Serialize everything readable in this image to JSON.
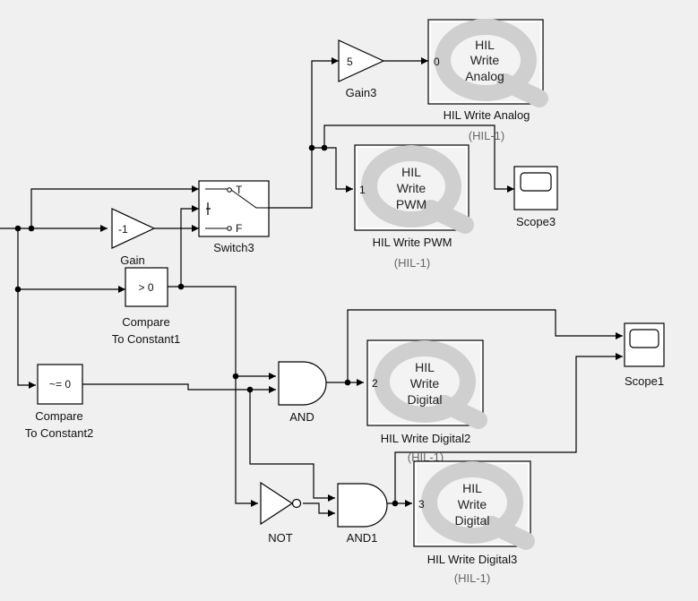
{
  "blocks": {
    "gain3": {
      "value": "5",
      "name": "Gain3"
    },
    "hil_analog": {
      "lines": [
        "HIL",
        "Write",
        "Analog"
      ],
      "port": "0",
      "name": "HIL Write Analog",
      "sub": "(HIL-1)"
    },
    "scope3": {
      "name": "Scope3"
    },
    "switch3": {
      "t": "T",
      "f": "F",
      "name": "Switch3"
    },
    "gain": {
      "value": "-1",
      "name": "Gain"
    },
    "hil_pwm": {
      "lines": [
        "HIL",
        "Write",
        "PWM"
      ],
      "port": "1",
      "name": "HIL Write PWM",
      "sub": "(HIL-1)"
    },
    "compare1": {
      "value": "> 0",
      "name_line1": "Compare",
      "name_line2": "To Constant1"
    },
    "compare2": {
      "value": "~= 0",
      "name_line1": "Compare",
      "name_line2": "To Constant2"
    },
    "and": {
      "name": "AND"
    },
    "hil_digital2": {
      "lines": [
        "HIL",
        "Write",
        "Digital"
      ],
      "port": "2",
      "name": "HIL Write Digital2",
      "sub": "(HIL-1)"
    },
    "scope1": {
      "name": "Scope1"
    },
    "not": {
      "name": "NOT"
    },
    "and1": {
      "name": "AND1"
    },
    "hil_digital3": {
      "lines": [
        "HIL",
        "Write",
        "Digital"
      ],
      "port": "3",
      "name": "HIL Write Digital3",
      "sub": "(HIL-1)"
    }
  },
  "colors": {
    "background": "#f0f0f0",
    "watermark": "#cfcfcf"
  }
}
